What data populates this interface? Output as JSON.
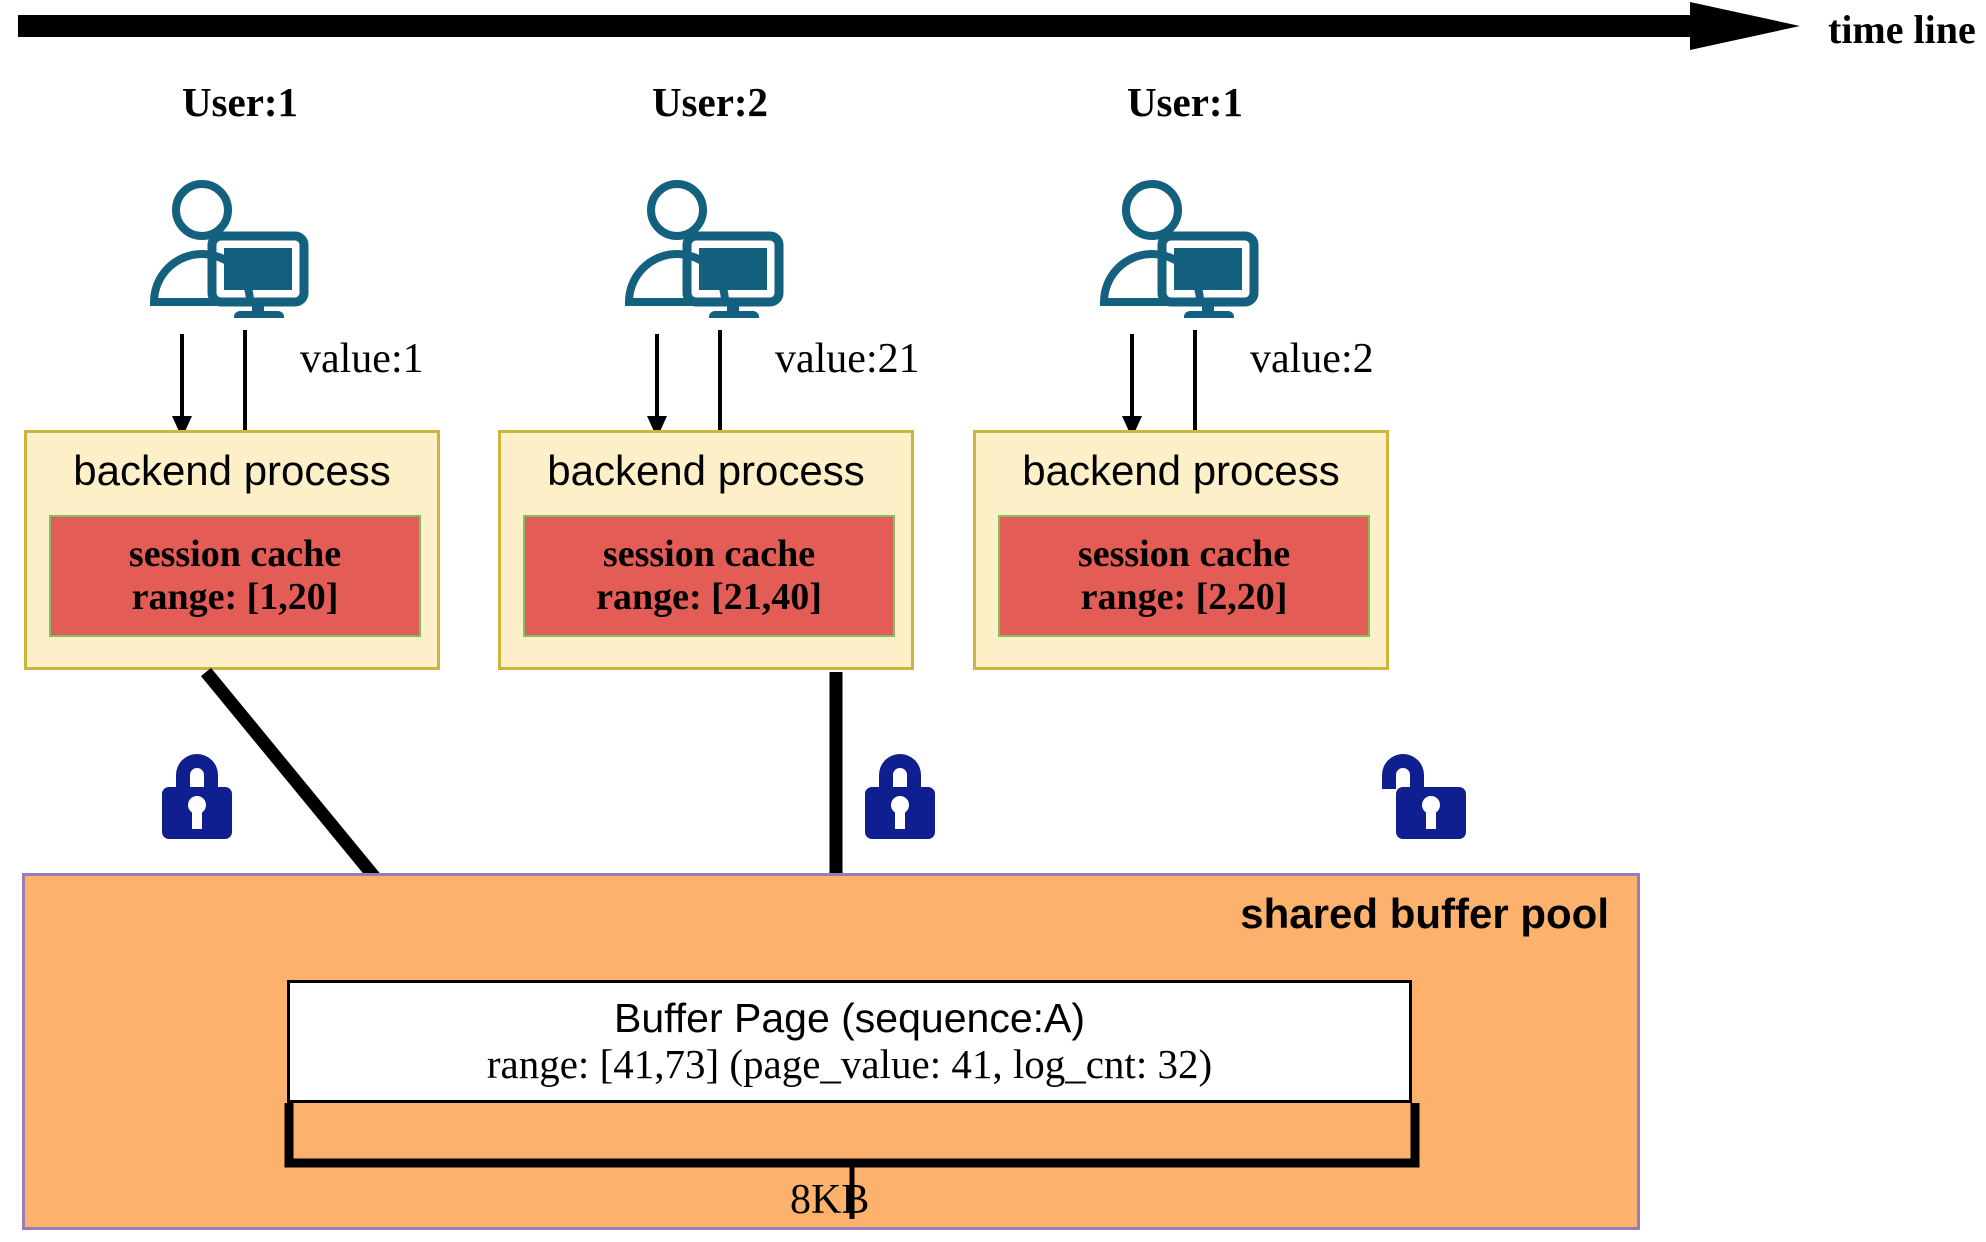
{
  "timeline": {
    "label": "time line",
    "arrow_icon": "right-arrow-icon"
  },
  "columns": [
    {
      "user_title": "User:1",
      "user_icon": "user-workstation-icon",
      "value_label": "value:1",
      "backend_title": "backend process",
      "cache_title": "session cache",
      "cache_range": "range: [1,20]",
      "lock_icon": "closed-padlock-icon",
      "lock_state": "locked",
      "arrow": "diagonal-down-right"
    },
    {
      "user_title": "User:2",
      "user_icon": "user-workstation-icon",
      "value_label": "value:21",
      "backend_title": "backend process",
      "cache_title": "session cache",
      "cache_range": "range: [21,40]",
      "lock_icon": "closed-padlock-icon",
      "lock_state": "locked",
      "arrow": "vertical-down"
    },
    {
      "user_title": "User:1",
      "user_icon": "user-workstation-icon",
      "value_label": "value:2",
      "backend_title": "backend process",
      "cache_title": "session cache",
      "cache_range": "range: [2,20]",
      "lock_icon": "open-padlock-icon",
      "lock_state": "unlocked",
      "arrow": "none"
    }
  ],
  "buffer_pool": {
    "title": "shared buffer pool",
    "page": {
      "title": "Buffer Page (sequence:A)",
      "details": "range: [41,73] (page_value: 41, log_cnt: 32)"
    },
    "size_label": "8KB"
  },
  "colors": {
    "backend_fill": "#fdf0c8",
    "backend_border": "#cfb53b",
    "cache_fill": "#e35c55",
    "cache_border": "#7fbf5f",
    "pool_fill": "#fcb26c",
    "pool_border": "#9b7cba",
    "user_icon": "#14607f",
    "lock": "#101f8f",
    "page_fill": "#ffffff",
    "stroke": "#000000"
  }
}
